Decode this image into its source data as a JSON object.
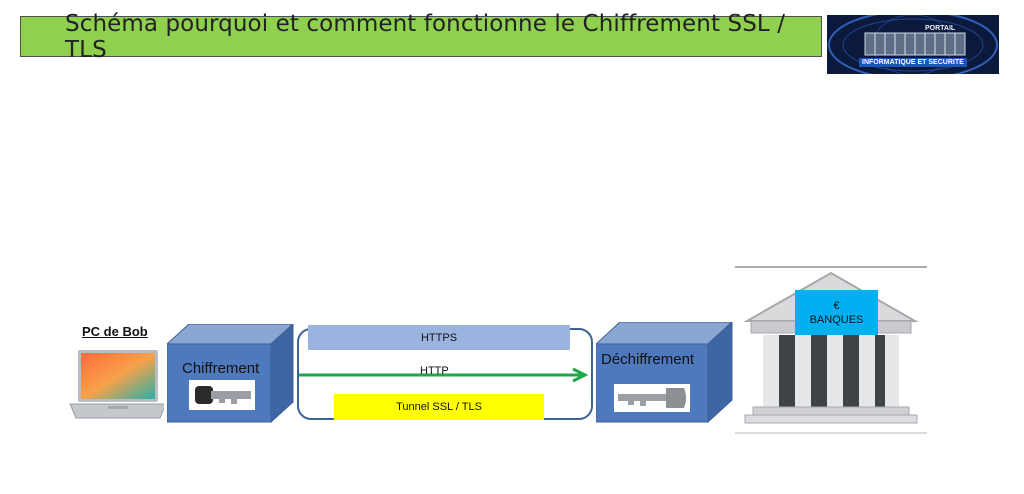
{
  "header": {
    "title": "Schéma pourquoi et comment fonctionne  le Chiffrement SSL / TLS"
  },
  "logo": {
    "top_text": "PORTAIL",
    "bottom_text": "INFORMATIQUE ET SECURITE"
  },
  "client": {
    "label": "PC de Bob"
  },
  "encryption": {
    "label": "Chiffrement"
  },
  "tunnel": {
    "https_label": "HTTPS",
    "http_label": "HTTP",
    "ssl_label": "Tunnel SSL / TLS"
  },
  "decryption": {
    "label": "Déchiffrement"
  },
  "bank": {
    "currency_symbol": "€",
    "label": "BANQUES"
  },
  "colors": {
    "title_background": "#8fd14f",
    "cube_front": "#4f79bd",
    "https_bar": "#9ab4df",
    "ssl_bar": "#ffff00",
    "arrow": "#1ea84a",
    "bank_sign": "#00b0f0"
  }
}
